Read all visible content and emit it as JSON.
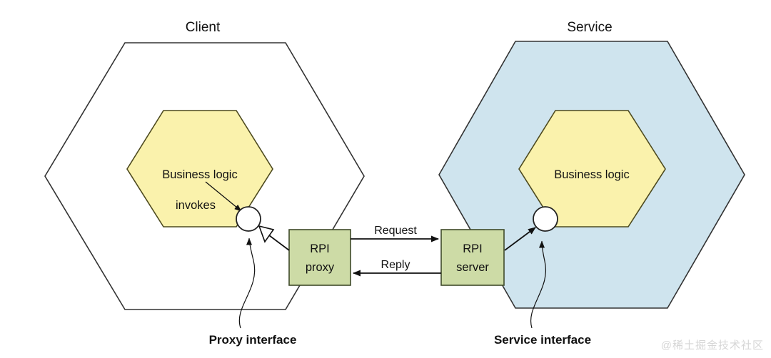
{
  "diagram": {
    "title_client": "Client",
    "title_service": "Service",
    "client": {
      "business_logic_label": "Business logic",
      "invokes_label": "invokes",
      "proxy_box_line1": "RPI",
      "proxy_box_line2": "proxy",
      "callout": "Proxy interface"
    },
    "service": {
      "business_logic_label": "Business logic",
      "server_box_line1": "RPI",
      "server_box_line2": "server",
      "callout": "Service interface"
    },
    "edges": {
      "request_label": "Request",
      "reply_label": "Reply"
    },
    "colors": {
      "client_hex_fill": "#ffffff",
      "service_hex_fill": "#cfe4ee",
      "business_logic_fill": "#faf2ac",
      "rpi_box_fill": "#cddba6",
      "outline": "#333333",
      "text": "#111111",
      "watermark": "#d6d6d6"
    },
    "watermark": "@稀土掘金技术社区"
  }
}
